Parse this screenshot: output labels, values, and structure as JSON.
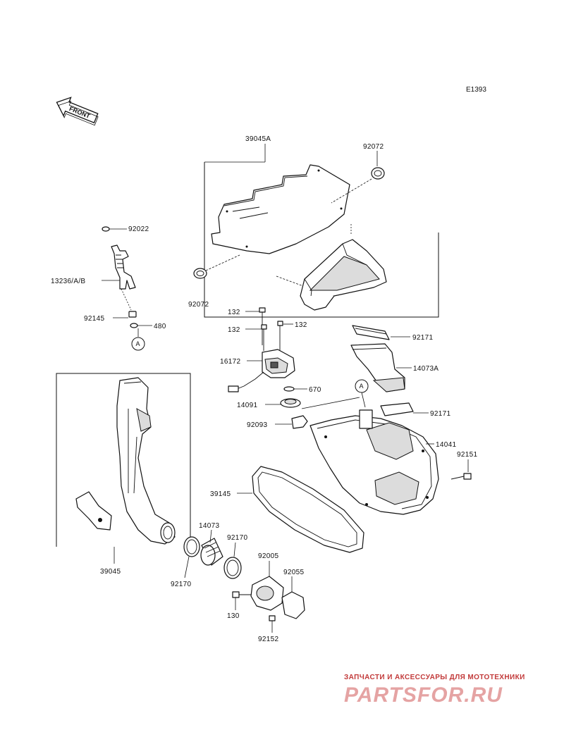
{
  "diagram": {
    "code": "E1393",
    "front_label": "FRONT",
    "callout_letter": "A",
    "parts": {
      "p39045A": "39045A",
      "p92072_top": "92072",
      "p92072_left": "92072",
      "p92022": "92022",
      "p13236": "13236/A/B",
      "p92145": "92145",
      "p480": "480",
      "p132_a": "132",
      "p132_b": "132",
      "p132_c": "132",
      "p16172": "16172",
      "p670": "670",
      "p14091": "14091",
      "p92093": "92093",
      "p92171_top": "92171",
      "p14073A": "14073A",
      "p92171_mid": "92171",
      "p14041": "14041",
      "p92151": "92151",
      "p39145": "39145",
      "p14073": "14073",
      "p92170_a": "92170",
      "p92170_b": "92170",
      "p92005": "92005",
      "p92055": "92055",
      "p39045": "39045",
      "p130": "130",
      "p92152": "92152"
    }
  },
  "watermark": {
    "tagline": "ЗАПЧАСТИ И АКСЕССУАРЫ ДЛЯ МОТОТЕХНИКИ",
    "logo": "PARTSFOR.RU",
    "color": "#c23a3a"
  }
}
